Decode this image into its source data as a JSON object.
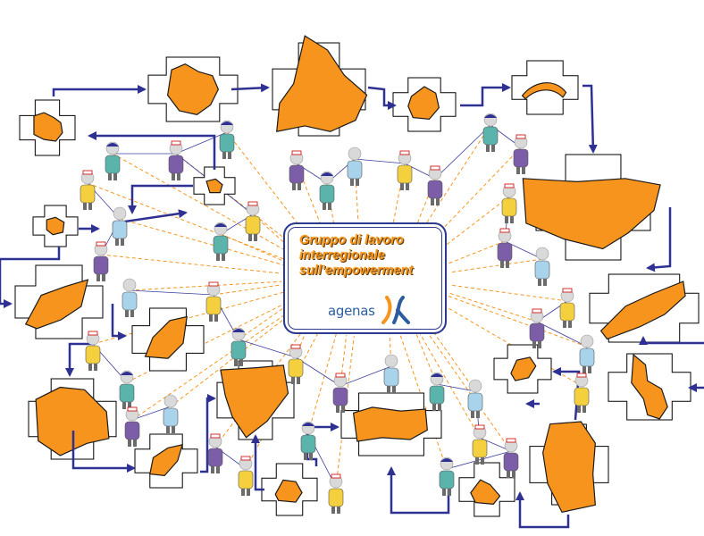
{
  "center": {
    "title": "Gruppo di lavoro\ninterregionale\nsull’empowerment",
    "logo_text": "agenas",
    "logo_mark": "agenas-logo-mark"
  },
  "colors": {
    "region_fill": "#f7941d",
    "arrow": "#2e3192",
    "dashed_line": "#f7941d",
    "thin_line": "#3b3f9e",
    "figure_yellow": "#f4d03f",
    "figure_purple": "#7b5ea7",
    "figure_teal": "#5ab4ac",
    "figure_lightblue": "#a9d3ea"
  },
  "icons": [
    "person-figure-icon",
    "region-map-icon",
    "connection-arrow-icon"
  ]
}
